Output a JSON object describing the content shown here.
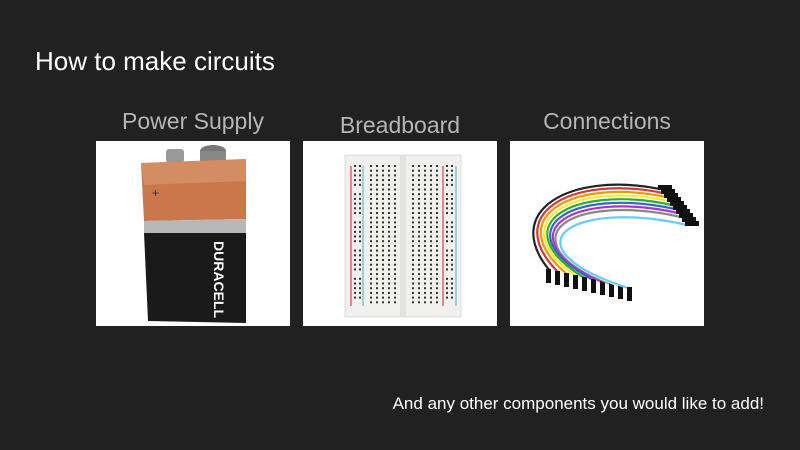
{
  "slide": {
    "title": "How to make circuits",
    "items": [
      {
        "label": "Power Supply",
        "image": "9v-battery",
        "logo_text": "DURACELL"
      },
      {
        "label": "Breadboard",
        "image": "breadboard"
      },
      {
        "label": "Connections",
        "image": "jumper-wires"
      }
    ],
    "footer": "And any other components you would like to add!"
  },
  "colors": {
    "background": "#212121",
    "title": "#ffffff",
    "label": "#b5b5b5"
  }
}
